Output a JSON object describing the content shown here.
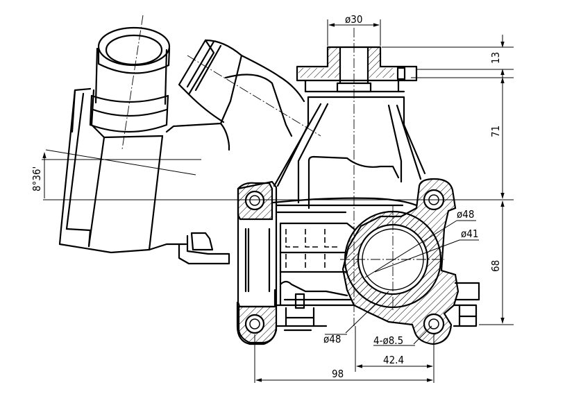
{
  "dimensions": {
    "top_diameter": "ø30",
    "flange_thickness": "13",
    "upper_height": "71",
    "lower_height": "68",
    "angle": "8°36'",
    "outer_diameter_right": "ø48",
    "inner_diameter": "ø41",
    "outer_diameter_left": "ø48",
    "bolt_holes": "4-ø8.5",
    "offset_width": "42.4",
    "overall_width": "98"
  }
}
